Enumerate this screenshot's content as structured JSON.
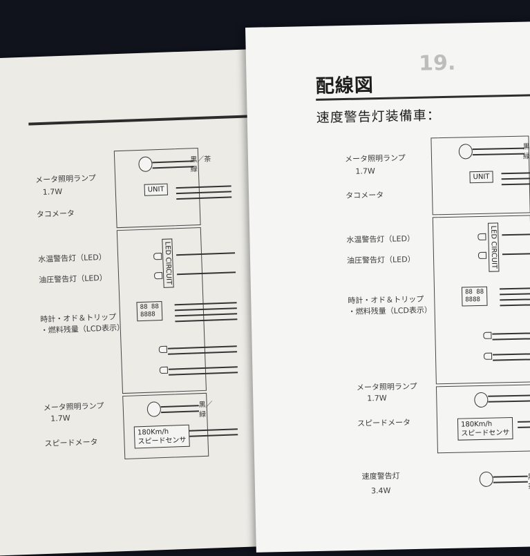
{
  "left_page": {
    "labels": {
      "meter_lamp_1": "メータ照明ランプ",
      "meter_lamp_1_w": "1.7W",
      "tachometer": "タコメータ",
      "water_temp": "水温警告灯（LED）",
      "oil_pressure": "油圧警告灯（LED）",
      "clock_line1": "時計・オド＆トリップ",
      "clock_line2": "・燃料残量（LCD表示）",
      "meter_lamp_2": "メータ照明ランプ",
      "meter_lamp_2_w": "1.7W",
      "speedometer": "スピードメータ"
    },
    "unit": "UNIT",
    "led_circuit": "LED CIRCUIT",
    "lcd_line1": "88 88",
    "lcd_line2": "8888",
    "speed_sensor_1": "180Km/h",
    "speed_sensor_2": "スピードセンサ",
    "wire_top": "黒／茶",
    "wire_top2": "緑",
    "wire_bottom": "黒／",
    "wire_bottom2": "緑"
  },
  "right_page": {
    "ghost_number": "19.",
    "title": "配線図",
    "subtitle": "速度警告灯装備車：",
    "labels": {
      "meter_lamp_1": "メータ照明ランプ",
      "meter_lamp_1_w": "1.7W",
      "tachometer": "タコメータ",
      "water_temp": "水温警告灯（LED）",
      "oil_pressure": "油圧警告灯（LED）",
      "clock_line1": "時計・オド＆トリップ",
      "clock_line2": "・燃料残量（LCD表示）",
      "meter_lamp_2": "メータ照明ランプ",
      "meter_lamp_2_w": "1.7W",
      "speedometer": "スピードメータ",
      "speed_warning": "速度警告灯",
      "speed_warning_w": "3.4W"
    },
    "unit": "UNIT",
    "led_circuit": "LED CIRCUIT",
    "lcd_line1": "88 88",
    "lcd_line2": "8888",
    "speed_sensor_1": "180Km/h",
    "speed_sensor_2": "スピードセンサ",
    "wire_top": "黒／",
    "wire_top2": "緑",
    "wire_bottom": "黒",
    "wire_bottom2": "茶"
  }
}
